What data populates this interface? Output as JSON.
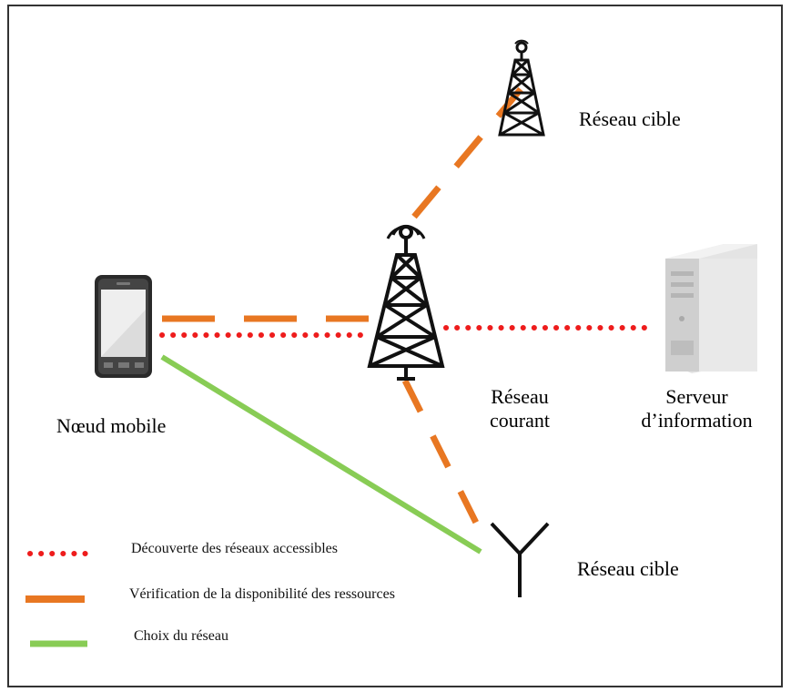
{
  "nodes": {
    "mobile": {
      "label": "Nœud mobile"
    },
    "current_network": {
      "label_line1": "Réseau",
      "label_line2": "courant"
    },
    "target_network_top": {
      "label": "Réseau cible"
    },
    "target_network_bottom": {
      "label": "Réseau cible"
    },
    "server": {
      "label_line1": "Serveur",
      "label_line2": "d’information"
    }
  },
  "legend": {
    "items": [
      {
        "label": "Découverte des réseaux accessibles",
        "style": "dotted",
        "color": "#ee1c1c"
      },
      {
        "label": "Vérification de la disponibilité des ressources",
        "style": "dashed",
        "color": "#e87722"
      },
      {
        "label": "Choix du réseau",
        "style": "solid",
        "color": "#88cc55"
      }
    ]
  },
  "colors": {
    "discovery": "#ee1c1c",
    "verification": "#e87722",
    "choice": "#88cc55"
  }
}
